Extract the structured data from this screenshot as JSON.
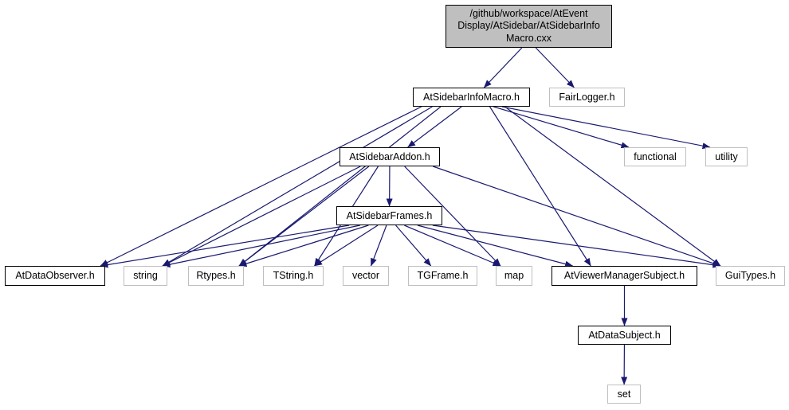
{
  "colors": {
    "edge": "#191970",
    "root_fill": "#bfbfbf",
    "doc_border": "#000000",
    "ext_border": "#bfbfbf"
  },
  "nodes": {
    "root": {
      "label": "/github/workspace/AtEventDisplay/AtSidebar/AtSidebarInfoMacro.cxx",
      "lines": [
        "/github/workspace/AtEvent",
        "Display/AtSidebar/AtSidebarInfo",
        "Macro.cxx"
      ]
    },
    "info": {
      "label": "AtSidebarInfoMacro.h"
    },
    "fair": {
      "label": "FairLogger.h"
    },
    "addon": {
      "label": "AtSidebarAddon.h"
    },
    "func": {
      "label": "functional"
    },
    "util": {
      "label": "utility"
    },
    "frames": {
      "label": "AtSidebarFrames.h"
    },
    "dobs": {
      "label": "AtDataObserver.h"
    },
    "string": {
      "label": "string"
    },
    "rtypes": {
      "label": "Rtypes.h"
    },
    "tstr": {
      "label": "TString.h"
    },
    "vector": {
      "label": "vector"
    },
    "tgf": {
      "label": "TGFrame.h"
    },
    "map": {
      "label": "map"
    },
    "vms": {
      "label": "AtViewerManagerSubject.h"
    },
    "gui": {
      "label": "GuiTypes.h"
    },
    "dsub": {
      "label": "AtDataSubject.h"
    },
    "set": {
      "label": "set"
    }
  },
  "edges": [
    [
      "root",
      "info"
    ],
    [
      "root",
      "fair"
    ],
    [
      "info",
      "addon"
    ],
    [
      "info",
      "func"
    ],
    [
      "info",
      "util"
    ],
    [
      "info",
      "dobs"
    ],
    [
      "info",
      "string"
    ],
    [
      "info",
      "rtypes"
    ],
    [
      "info",
      "vms"
    ],
    [
      "info",
      "gui"
    ],
    [
      "addon",
      "frames"
    ],
    [
      "addon",
      "string"
    ],
    [
      "addon",
      "rtypes"
    ],
    [
      "addon",
      "tstr"
    ],
    [
      "addon",
      "map"
    ],
    [
      "addon",
      "gui"
    ],
    [
      "frames",
      "dobs"
    ],
    [
      "frames",
      "string"
    ],
    [
      "frames",
      "rtypes"
    ],
    [
      "frames",
      "tstr"
    ],
    [
      "frames",
      "vector"
    ],
    [
      "frames",
      "tgf"
    ],
    [
      "frames",
      "map"
    ],
    [
      "frames",
      "vms"
    ],
    [
      "frames",
      "gui"
    ],
    [
      "vms",
      "dsub"
    ],
    [
      "dsub",
      "set"
    ]
  ]
}
